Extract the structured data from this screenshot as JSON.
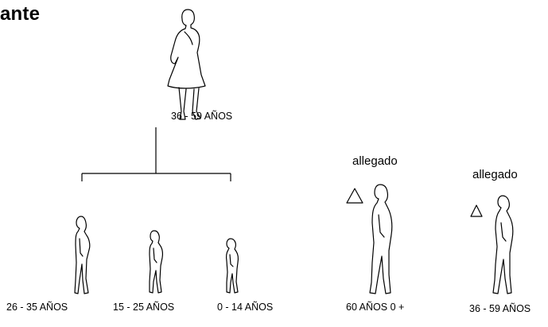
{
  "heading": "ante",
  "mother": {
    "age": "36 - 59 AÑOS"
  },
  "children": [
    {
      "age": "26 - 35 AÑOS"
    },
    {
      "age": "15 - 25  AÑOS"
    },
    {
      "age": "0 - 14 AÑOS"
    }
  ],
  "allegados": [
    {
      "label": "allegado",
      "age": "60 AÑOS 0 +"
    },
    {
      "label": "allegado",
      "age": "36 - 59 AÑOS"
    }
  ]
}
